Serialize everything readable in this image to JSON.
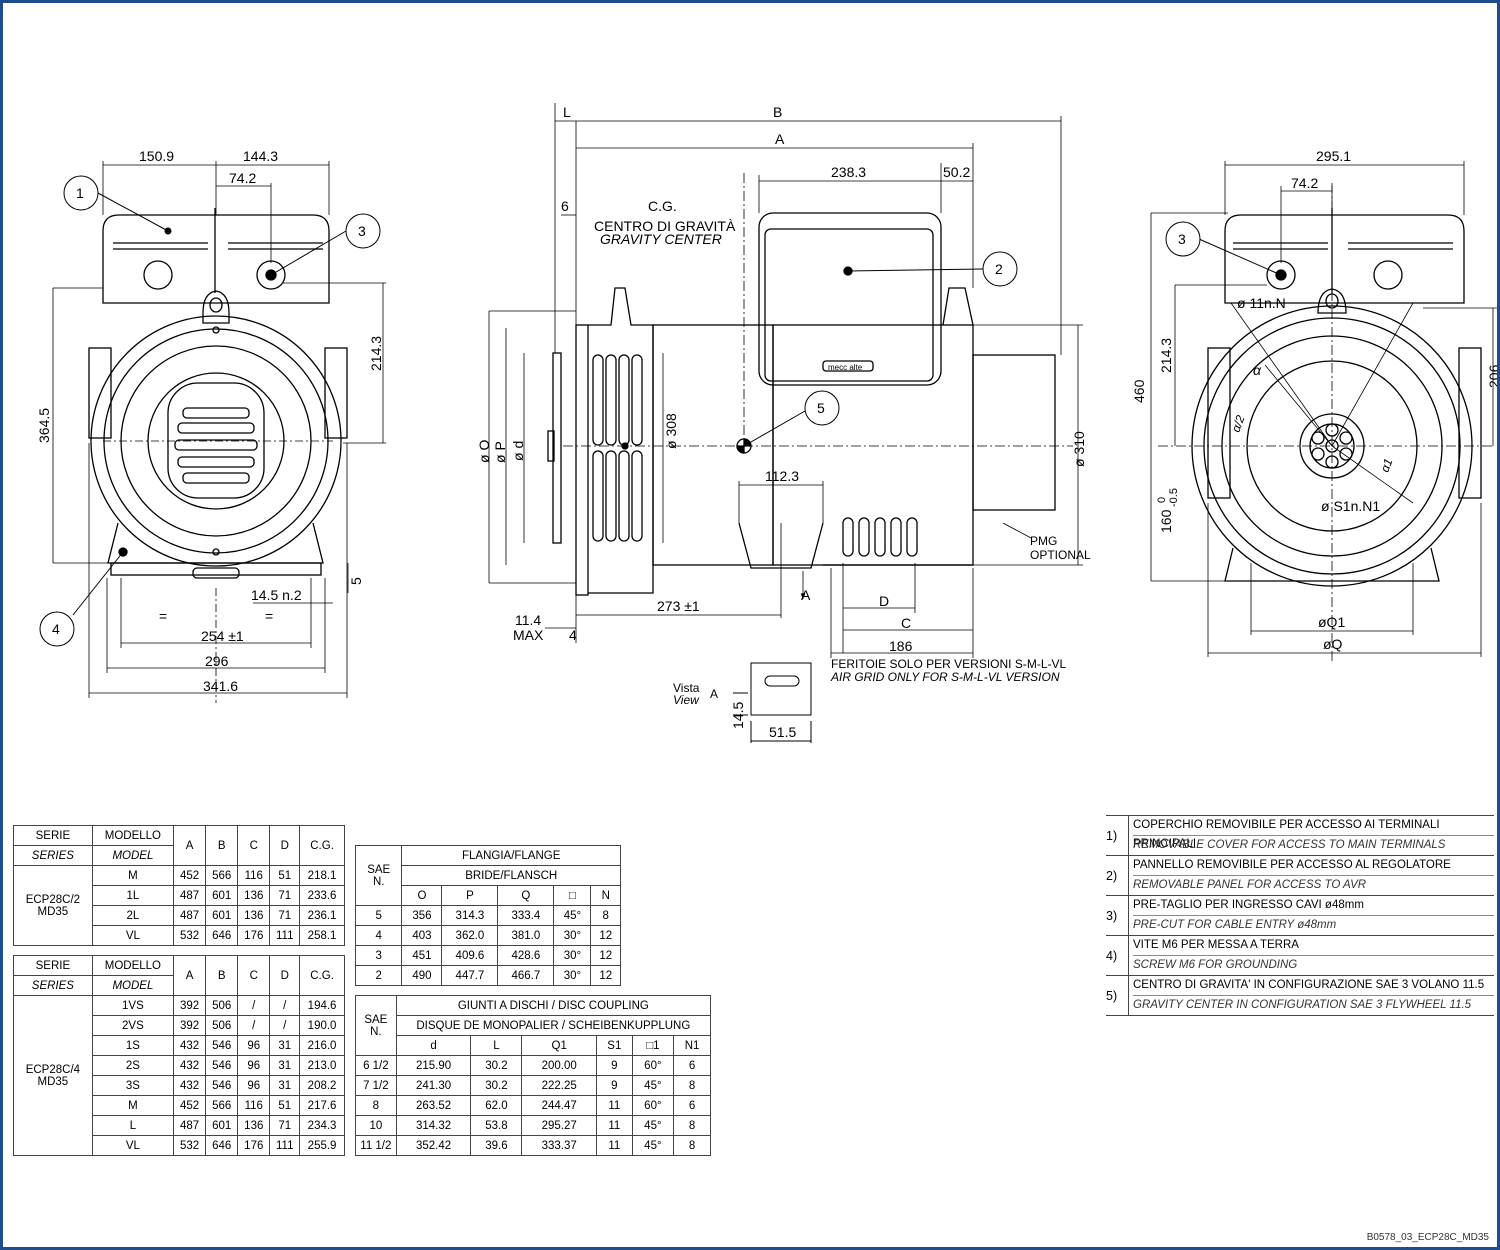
{
  "front_view": {
    "dims": {
      "w1": "150.9",
      "w2": "144.3",
      "w3": "74.2",
      "h1": "214.3",
      "h2": "364.5",
      "h3": "5",
      "slot": "14.5  n.2",
      "eq1": "=",
      "eq2": "=",
      "b1": "254 ±1",
      "b2": "296",
      "b3": "341.6"
    },
    "callouts": [
      "1",
      "3",
      "4"
    ]
  },
  "side_view": {
    "dims": {
      "L": "L",
      "B": "B",
      "A": "A",
      "c1": "238.3",
      "c2": "50.2",
      "six": "6",
      "cg": "C.G.",
      "cg_it": "CENTRO DI GRAVITÀ",
      "cg_en": "GRAVITY CENTER",
      "d308": "ø 308",
      "d310": "ø 310",
      "dO": "ø O",
      "dP": "ø P",
      "dd": "ø d",
      "w112": "112.3",
      "w273": "273 ±1",
      "arrA": "A",
      "D": "D",
      "C": "C",
      "w186": "186",
      "l114": "11.4",
      "max": "MAX",
      "four": "4",
      "pmg1": "PMG",
      "pmg2": "OPTIONAL",
      "grid_it": "FERITOIE SOLO PER VERSIONI S-M-L-VL",
      "grid_en": "AIR GRID ONLY FOR S-M-L-VL VERSION",
      "vista": "Vista",
      "view": "View",
      "va": "A",
      "v145": "14.5",
      "v515": "51.5",
      "brand": "mecc alte"
    },
    "callouts": [
      "2",
      "5"
    ]
  },
  "rear_view": {
    "dims": {
      "w": "295.1",
      "w2": "74.2",
      "h460": "460",
      "h214": "214.3",
      "h206": "206",
      "h160": "160",
      "h0": "0",
      "hm": "-0.5",
      "d11": "ø 11n.N",
      "a": "α",
      "a2": "α/2",
      "a1": "α1",
      "s1": "ø S1n.N1",
      "q1": "øQ1",
      "q": "øQ"
    },
    "callouts": [
      "3"
    ]
  },
  "table1": {
    "head": [
      "SERIE",
      "MODELLO",
      "A",
      "B",
      "C",
      "D",
      "C.G."
    ],
    "head_en": [
      "SERIES",
      "MODEL"
    ],
    "series": [
      "ECP28C/2",
      "MD35"
    ],
    "rows": [
      [
        "M",
        "452",
        "566",
        "116",
        "51",
        "218.1"
      ],
      [
        "1L",
        "487",
        "601",
        "136",
        "71",
        "233.6"
      ],
      [
        "2L",
        "487",
        "601",
        "136",
        "71",
        "236.1"
      ],
      [
        "VL",
        "532",
        "646",
        "176",
        "111",
        "258.1"
      ]
    ]
  },
  "table2": {
    "head": [
      "SERIE",
      "MODELLO",
      "A",
      "B",
      "C",
      "D",
      "C.G."
    ],
    "head_en": [
      "SERIES",
      "MODEL"
    ],
    "series": [
      "ECP28C/4",
      "MD35"
    ],
    "rows": [
      [
        "1VS",
        "392",
        "506",
        "/",
        "/",
        "194.6"
      ],
      [
        "2VS",
        "392",
        "506",
        "/",
        "/",
        "190.0"
      ],
      [
        "1S",
        "432",
        "546",
        "96",
        "31",
        "216.0"
      ],
      [
        "2S",
        "432",
        "546",
        "96",
        "31",
        "213.0"
      ],
      [
        "3S",
        "432",
        "546",
        "96",
        "31",
        "208.2"
      ],
      [
        "M",
        "452",
        "566",
        "116",
        "51",
        "217.6"
      ],
      [
        "L",
        "487",
        "601",
        "136",
        "71",
        "234.3"
      ],
      [
        "VL",
        "532",
        "646",
        "176",
        "111",
        "255.9"
      ]
    ]
  },
  "flange": {
    "sae": [
      "SAE",
      "N."
    ],
    "title1": "FLANGIA/FLANGE",
    "title2": "BRIDE/FLANSCH",
    "cols": [
      "O",
      "P",
      "Q",
      "□",
      "N"
    ],
    "rows": [
      [
        "5",
        "356",
        "314.3",
        "333.4",
        "45°",
        "8"
      ],
      [
        "4",
        "403",
        "362.0",
        "381.0",
        "30°",
        "12"
      ],
      [
        "3",
        "451",
        "409.6",
        "428.6",
        "30°",
        "12"
      ],
      [
        "2",
        "490",
        "447.7",
        "466.7",
        "30°",
        "12"
      ]
    ]
  },
  "coupling": {
    "sae": [
      "SAE",
      "N."
    ],
    "title1": "GIUNTI  A  DISCHI  /  DISC  COUPLING",
    "title2": "DISQUE  DE  MONOPALIER  /  SCHEIBENKUPPLUNG",
    "cols": [
      "d",
      "L",
      "Q1",
      "S1",
      "□1",
      "N1"
    ],
    "rows": [
      [
        "6  1/2",
        "215.90",
        "30.2",
        "200.00",
        "9",
        "60°",
        "6"
      ],
      [
        "7  1/2",
        "241.30",
        "30.2",
        "222.25",
        "9",
        "45°",
        "8"
      ],
      [
        "8",
        "263.52",
        "62.0",
        "244.47",
        "11",
        "60°",
        "6"
      ],
      [
        "10",
        "314.32",
        "53.8",
        "295.27",
        "11",
        "45°",
        "8"
      ],
      [
        "11  1/2",
        "352.42",
        "39.6",
        "333.37",
        "11",
        "45°",
        "8"
      ]
    ]
  },
  "notes": [
    {
      "n": "1)",
      "it": "COPERCHIO REMOVIBILE PER ACCESSO AI TERMINALI PRINCIPALI",
      "en": "REMOVABLE COVER FOR ACCESS TO MAIN TERMINALS"
    },
    {
      "n": "2)",
      "it": "PANNELLO REMOVIBILE PER ACCESSO AL REGOLATORE",
      "en": "REMOVABLE PANEL FOR ACCESS TO AVR"
    },
    {
      "n": "3)",
      "it": "PRE-TAGLIO PER INGRESSO CAVI ø48mm",
      "en": "PRE-CUT FOR CABLE ENTRY ø48mm"
    },
    {
      "n": "4)",
      "it": "VITE M6 PER MESSA A TERRA",
      "en": "SCREW M6 FOR GROUNDING"
    },
    {
      "n": "5)",
      "it": "CENTRO DI GRAVITA' IN CONFIGURAZIONE SAE 3 VOLANO 11.5",
      "en": "GRAVITY CENTER IN CONFIGURATION SAE 3 FLYWHEEL 11.5"
    }
  ],
  "drawing_code": "B0578_03_ECP28C_MD35"
}
